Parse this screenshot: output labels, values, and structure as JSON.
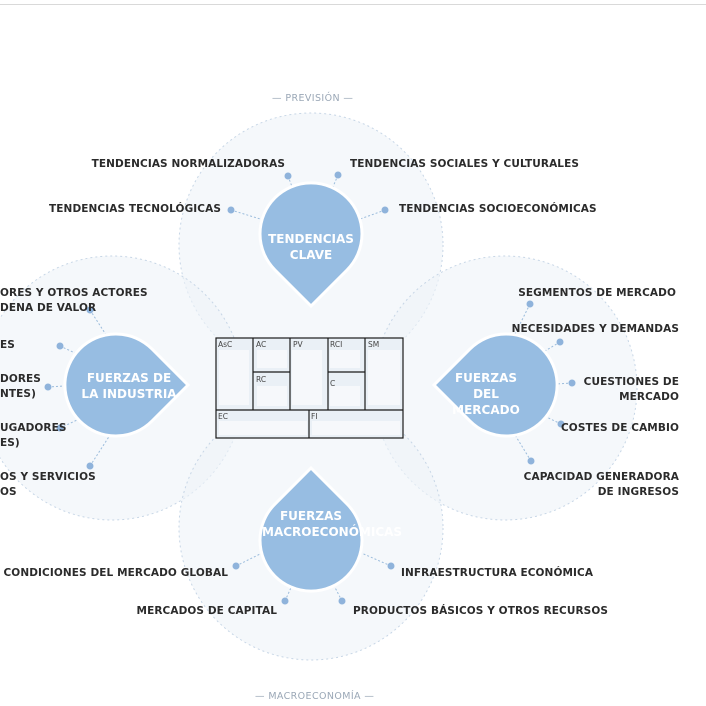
{
  "captions": {
    "top": "— PREVISIÓN —",
    "bottom": "— MACROECONOMÍA —"
  },
  "clusters": {
    "top": {
      "title": "TENDENCIAS CLAVE",
      "items": [
        "TENDENCIAS NORMALIZADORAS",
        "TENDENCIAS SOCIALES Y CULTURALES",
        "TENDENCIAS TECNOLÓGICAS",
        "TENDENCIAS SOCIOECONÓMICAS"
      ]
    },
    "left": {
      "title": "FUERZAS DE LA INDUSTRIA",
      "items": [
        "ORES Y OTROS ACTORES",
        "DENA DE VALOR",
        "ES",
        "DORES",
        "NTES)",
        "UGADORES",
        "ES)",
        "OS Y SERVICIOS",
        "OS"
      ]
    },
    "right": {
      "title": "FUERZAS DEL MERCADO",
      "items": [
        "SEGMENTOS DE MERCADO",
        "NECESIDADES Y DEMANDAS",
        "CUESTIONES DE MERCADO",
        "COSTES DE CAMBIO",
        "CAPACIDAD GENERADORA DE INGRESOS"
      ]
    },
    "bottom": {
      "title": "FUERZAS MACROECONÓMICAS",
      "items": [
        "CONDICIONES DEL MERCADO GLOBAL",
        "INFRAESTRUCTURA ECONÓMICA",
        "MERCADOS DE CAPITAL",
        "PRODUCTOS BÁSICOS Y OTROS RECURSOS"
      ]
    }
  },
  "canvas": {
    "cells": [
      "AsC",
      "AC",
      "PV",
      "RCI",
      "SM",
      "RC",
      "C",
      "EC",
      "FI"
    ]
  },
  "colors": {
    "drop": "#97bde2",
    "dot": "#8fb3db",
    "halo": "#eef3f8",
    "halo_stroke": "#c7d6e6",
    "text": "#2b2b2b"
  }
}
